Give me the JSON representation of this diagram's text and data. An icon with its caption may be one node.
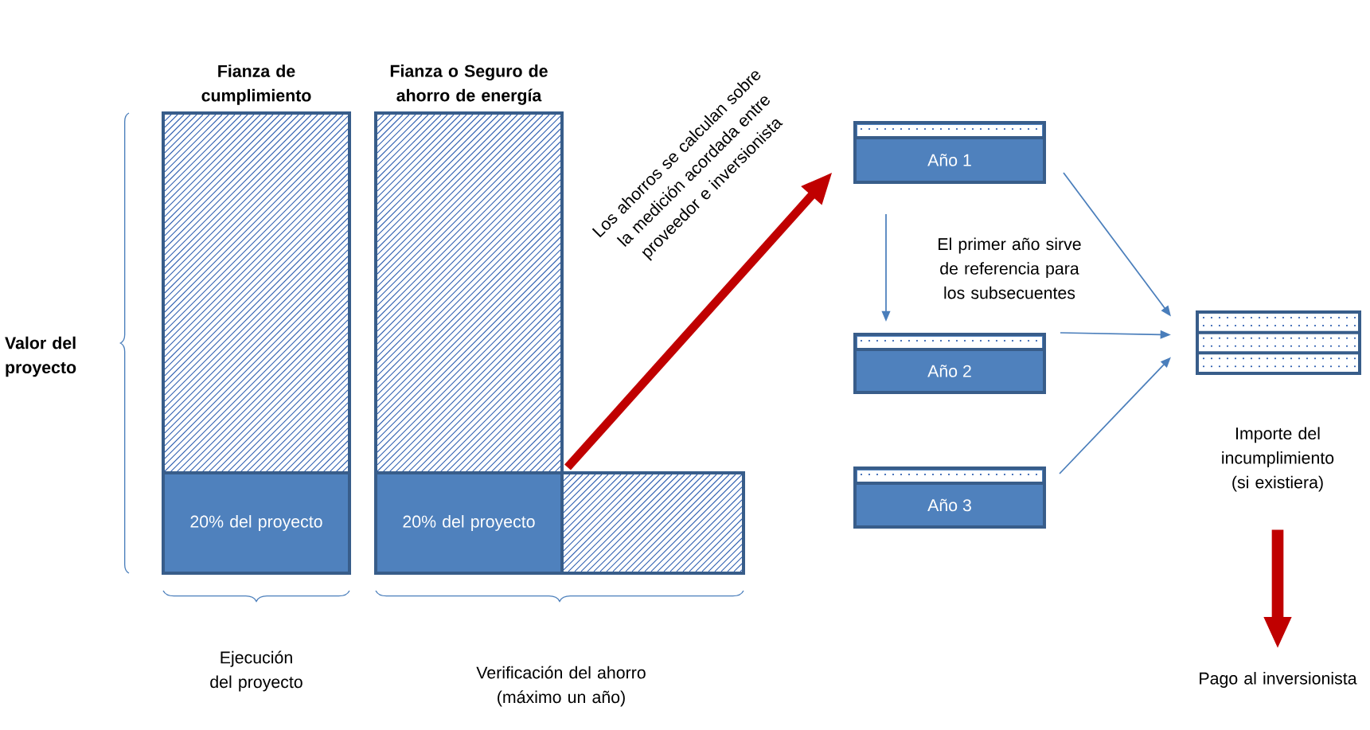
{
  "diagram": {
    "nodes": [
      {
        "text": [
          "Fianza de cumplimiento"
        ]
      },
      {
        "text": [
          "20% del proyecto"
        ],
        "in": 0
      },
      {
        "text": [
          "Fianza o Seguro de ahorro de energía"
        ]
      },
      {
        "text": [
          "20% del proyecto"
        ],
        "in": 2
      },
      {
        "text": [],
        "shape": "box"
      },
      {
        "text": [
          "Año 1"
        ]
      },
      {
        "text": [
          "Año 2"
        ]
      },
      {
        "text": [
          "Año 3"
        ]
      },
      {
        "text": [],
        "shape": "box"
      },
      {
        "text": [
          "Importe del incumplimiento (si existiera)"
        ]
      },
      {
        "text": [
          "Pago al inversionista"
        ]
      }
    ],
    "edges": [
      {
        "from": 4,
        "to": 5,
        "arrow": "to",
        "label": "Los ahorros se calculan sobre la medición acordada entre proveedor e inversionista",
        "style": "thick",
        "color": "#c00000"
      },
      {
        "from": 5,
        "to": 6,
        "arrow": "to",
        "label": "El primer año sirve de referencia para los subsecuentes"
      },
      {
        "from": 5,
        "to": 8,
        "arrow": "to"
      },
      {
        "from": 6,
        "to": 8,
        "arrow": "to"
      },
      {
        "from": 7,
        "to": 8,
        "arrow": "to"
      },
      {
        "from": 9,
        "to": 10,
        "arrow": "to",
        "style": "thick",
        "color": "#c00000"
      }
    ],
    "labels": [
      "Valor del proyecto",
      "Ejecución del proyecto",
      "Verificación del ahorro (máximo un año)"
    ]
  }
}
